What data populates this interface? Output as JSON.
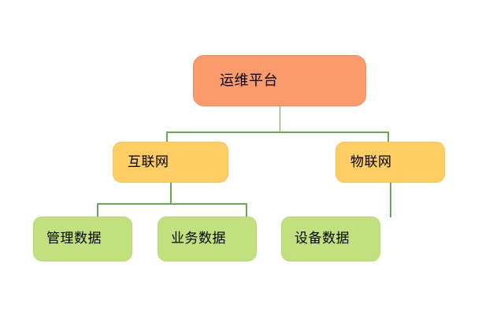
{
  "diagram": {
    "type": "tree-org-chart",
    "background_color": "#ffffff",
    "edge_color": "#6aa84f",
    "levels": [
      {
        "level": 1,
        "fill_color": "#fb9a6a",
        "nodes": [
          {
            "id": "root",
            "label": "运维平台"
          }
        ]
      },
      {
        "level": 2,
        "fill_color": "#fecd63",
        "nodes": [
          {
            "id": "internet",
            "label": "互联网"
          },
          {
            "id": "iot",
            "label": "物联网"
          }
        ]
      },
      {
        "level": 3,
        "fill_color": "#c3e07e",
        "nodes": [
          {
            "id": "mgmt-data",
            "label": "管理数据"
          },
          {
            "id": "biz-data",
            "label": "业务数据"
          },
          {
            "id": "device-data",
            "label": "设备数据"
          }
        ]
      }
    ],
    "connections": [
      {
        "from": "root",
        "to": "internet"
      },
      {
        "from": "root",
        "to": "iot"
      },
      {
        "from": "internet",
        "to": "mgmt-data"
      },
      {
        "from": "internet",
        "to": "biz-data"
      },
      {
        "from": "iot",
        "to": "device-data"
      }
    ]
  }
}
